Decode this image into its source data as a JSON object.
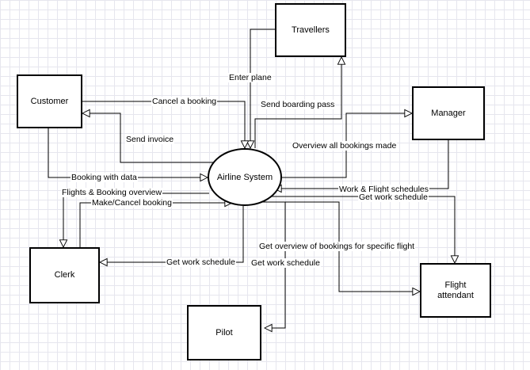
{
  "entities": {
    "travellers": "Travellers",
    "customer": "Customer",
    "manager": "Manager",
    "clerk": "Clerk",
    "flight_attendant": "Flight attendant",
    "pilot": "Pilot"
  },
  "process": {
    "label": "Airline System"
  },
  "flows": {
    "enter_plane": "Enter plane",
    "send_boarding_pass": "Send boarding pass",
    "cancel_booking": "Cancel a booking",
    "send_invoice": "Send invoice",
    "overview_all_bookings": "Overview all bookings made",
    "booking_with_data": "Booking with data",
    "work_flight_schedules": "Work & Flight schedules",
    "flights_booking_overview": "Flights & Booking overview",
    "get_work_schedule_fa": "Get work schedule",
    "make_cancel_booking": "Make/Cancel booking",
    "get_overview_specific_flight": "Get overview of bookings for specific flight",
    "get_work_schedule_clerk": "Get work schedule",
    "get_work_schedule_pilot": "Get work schedule"
  }
}
